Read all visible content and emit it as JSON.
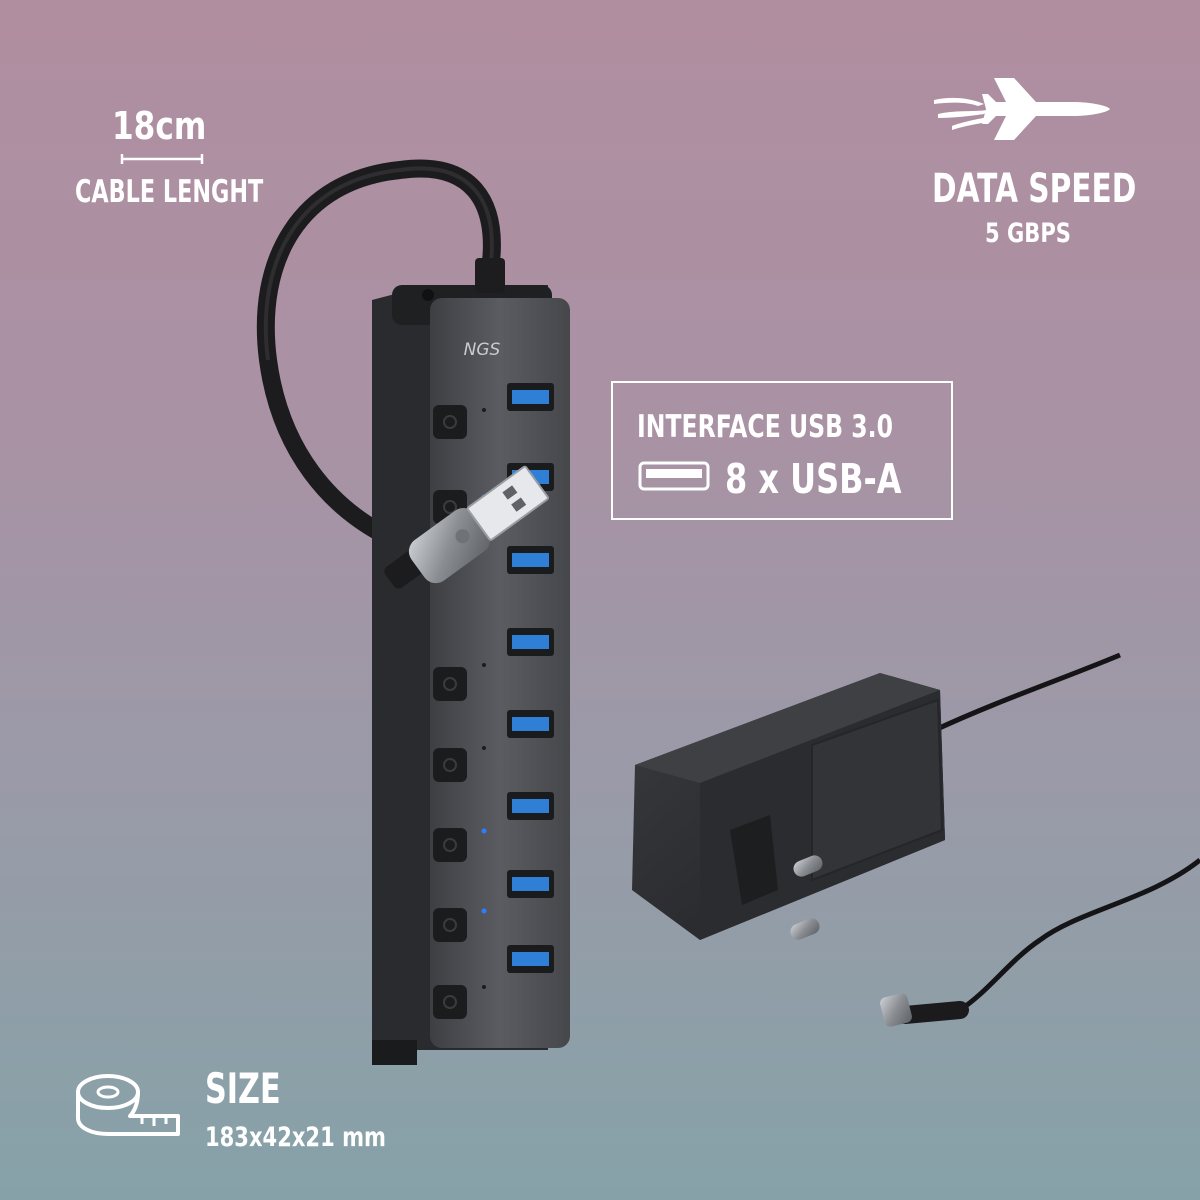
{
  "cable": {
    "value": "18cm",
    "label": "CABLE LENGHT"
  },
  "speed": {
    "label": "DATA SPEED",
    "value": "5 GBPS",
    "icon": "jet-icon"
  },
  "interface": {
    "title": "INTERFACE USB 3.0",
    "ports": "8 x USB-A",
    "icon": "usb-port-icon"
  },
  "size": {
    "label": "SIZE",
    "value": "183x42x21 mm",
    "icon": "tape-measure-icon"
  },
  "hub": {
    "brand": "NGS",
    "port_count": 8
  },
  "colors": {
    "text": "#ffffff",
    "hub_body": "#4a4c50",
    "usb_port_blue": "#2f7fd6",
    "led_blue": "#2a7fff"
  }
}
